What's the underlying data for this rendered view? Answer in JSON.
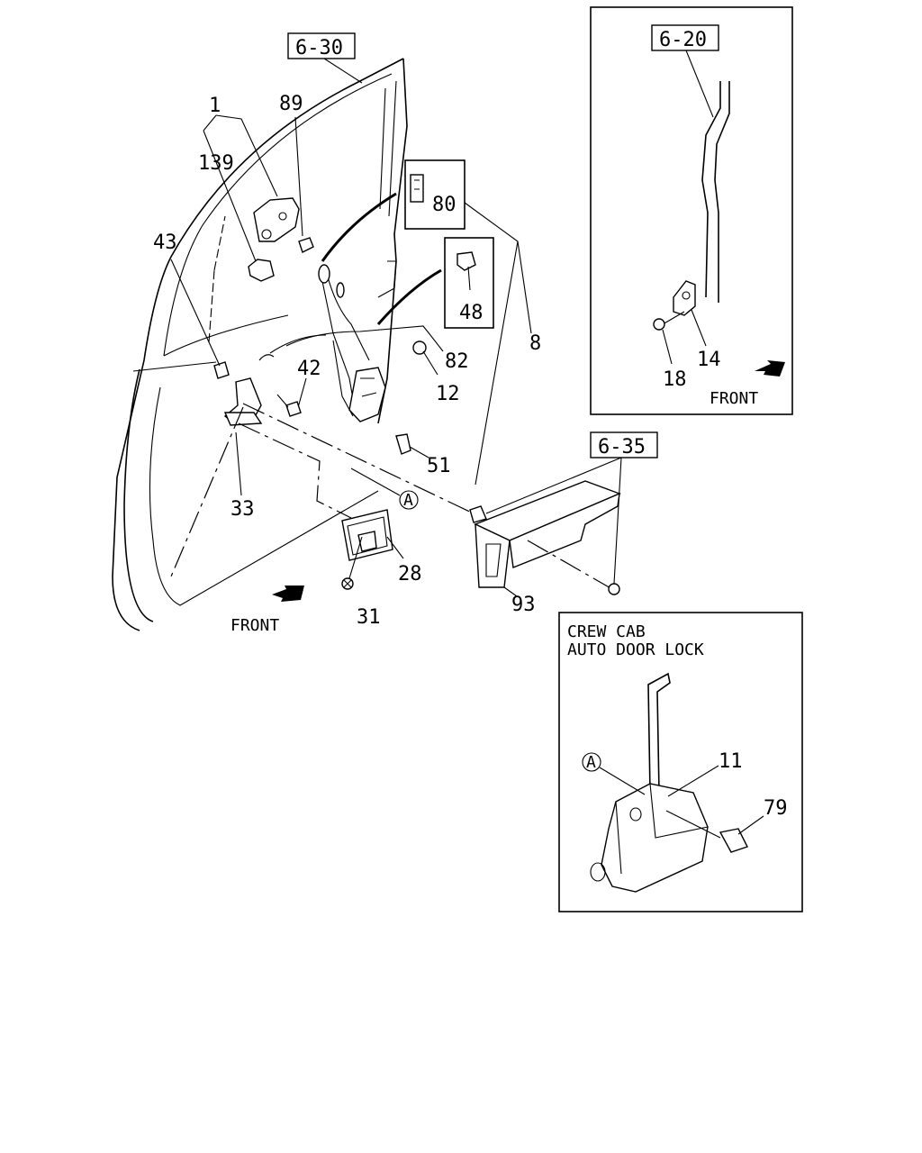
{
  "refs": {
    "ref_6_30": "6-30",
    "ref_6_20": "6-20",
    "ref_6_35": "6-35"
  },
  "callouts": {
    "c1": "1",
    "c89": "89",
    "c139": "139",
    "c43": "43",
    "c80": "80",
    "c48": "48",
    "c8": "8",
    "c82": "82",
    "c42": "42",
    "c12": "12",
    "c51": "51",
    "c33": "33",
    "c28": "28",
    "c31": "31",
    "c93": "93",
    "c14": "14",
    "c18": "18",
    "c11": "11",
    "c79": "79"
  },
  "markers": {
    "a_main": "A",
    "a_inset": "A"
  },
  "front_labels": {
    "main": "FRONT",
    "inset": "FRONT"
  },
  "inset_crew": {
    "line1": "CREW CAB",
    "line2": "AUTO DOOR LOCK"
  }
}
